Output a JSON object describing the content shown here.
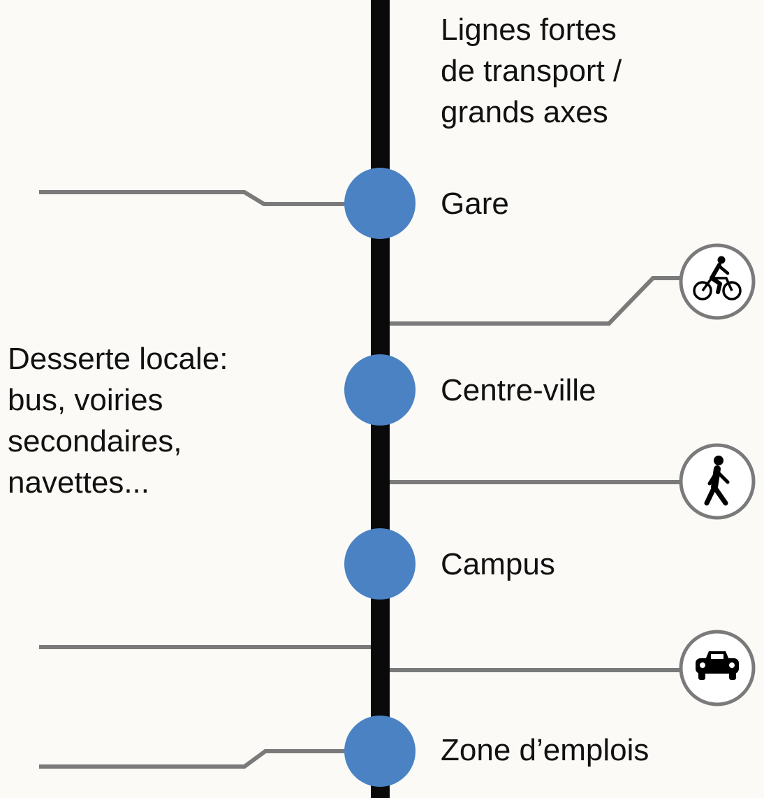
{
  "header": {
    "lines": [
      "Lignes fortes",
      "de transport /",
      "grands axes"
    ]
  },
  "local": {
    "lines": [
      "Desserte locale:",
      "bus, voiries",
      "secondaires,",
      "navettes..."
    ]
  },
  "stations": [
    {
      "label": "Gare"
    },
    {
      "label": "Centre-ville"
    },
    {
      "label": "Campus"
    },
    {
      "label": "Zone d’emplois"
    }
  ],
  "modes": [
    {
      "icon": "bicycle-icon"
    },
    {
      "icon": "pedestrian-icon"
    },
    {
      "icon": "car-icon"
    }
  ],
  "colors": {
    "trunk": "#0a0a0a",
    "station": "#4a82c4",
    "branch": "#7a7a7a",
    "icon_ring": "#7a7a7a",
    "background": "#fbfaf6"
  }
}
